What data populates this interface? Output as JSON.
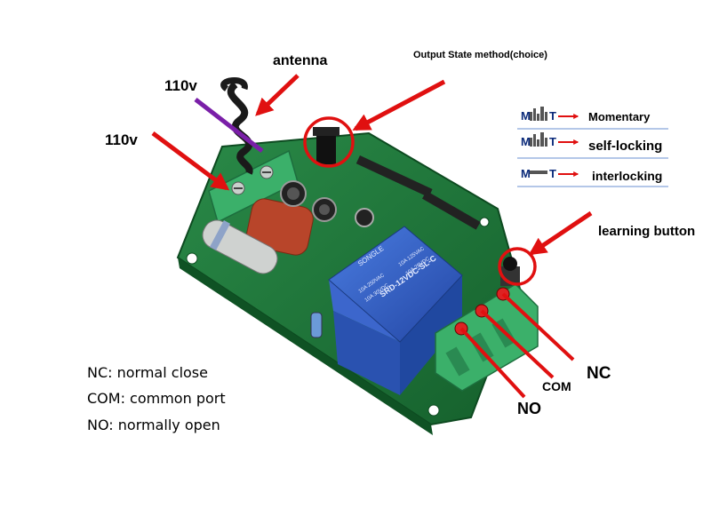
{
  "labels": {
    "antenna": "antenna",
    "power_top": "110v",
    "power_left": "110v",
    "output_state": "Output State method(choice)",
    "learning_button": "learning button",
    "nc": "NC",
    "com": "COM",
    "no": "NO"
  },
  "modes": [
    {
      "m": "M",
      "t": "T",
      "name": "Momentary"
    },
    {
      "m": "M",
      "t": "T",
      "name": "self-locking"
    },
    {
      "m": "M",
      "t": "T",
      "name": "interlocking"
    }
  ],
  "legend": [
    "NC: normal close",
    "COM: common port",
    "NO: normally open"
  ],
  "relay_text": {
    "brand": "SONGLE",
    "model": "SRD-12VDC-SL-C",
    "line1": "10A 250VAC",
    "line2": "10A 30VDC",
    "line3": "10A 125VAC",
    "line4": "10A 28VDC"
  },
  "colors": {
    "board": "#1f7a3c",
    "relay": "#2f5ec4",
    "terminal": "#3bb06a",
    "arrow": "#e01010",
    "antenna": "#1a1a1a"
  }
}
